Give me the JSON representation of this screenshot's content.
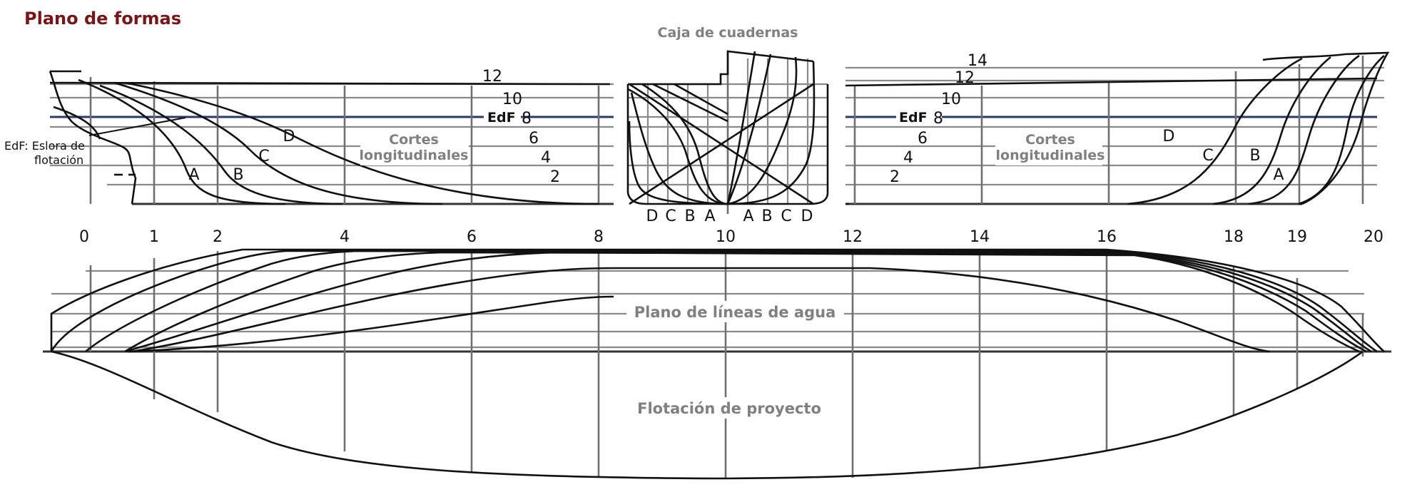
{
  "title": "Plano de formas",
  "section_labels": {
    "caja": "Caja de cuadernas",
    "cortes_line1": "Cortes",
    "cortes_line2": "longitudinales",
    "lineas_agua": "Plano de líneas de agua",
    "flotacion": "Flotación de proyecto"
  },
  "edf_note": {
    "line1": "EdF: Eslora de",
    "line2": "flotación"
  },
  "edf_short": "EdF",
  "waterlines_left": [
    "12",
    "10",
    "8",
    "6",
    "4",
    "2"
  ],
  "waterlines_right": [
    "14",
    "12",
    "10",
    "8",
    "6",
    "4",
    "2"
  ],
  "buttocks": [
    "A",
    "B",
    "C",
    "D"
  ],
  "body_plan_left": [
    "D",
    "C",
    "B",
    "A"
  ],
  "body_plan_right": [
    "A",
    "B",
    "C",
    "D"
  ],
  "stations": [
    "0",
    "1",
    "2",
    "4",
    "6",
    "8",
    "10",
    "12",
    "14",
    "16",
    "18",
    "19",
    "20"
  ]
}
